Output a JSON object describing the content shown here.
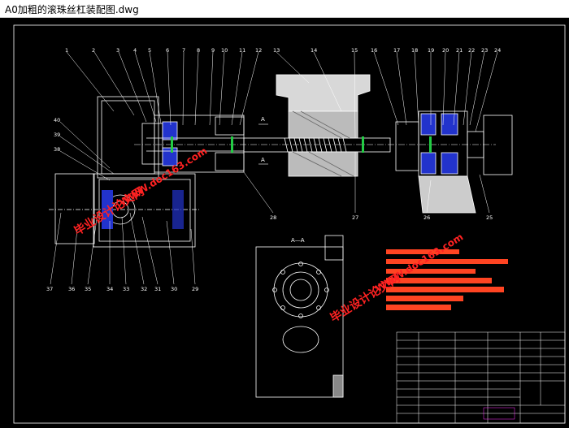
{
  "window": {
    "title": "A0加粗的滚珠丝杠装配图.dwg"
  },
  "drawing": {
    "section_label": "A—A",
    "section_marks": [
      "A",
      "A"
    ],
    "top_callouts": [
      "1",
      "2",
      "3",
      "4",
      "5",
      "6",
      "7",
      "8",
      "9",
      "10",
      "11",
      "12",
      "13",
      "14",
      "15",
      "16",
      "17",
      "18",
      "19",
      "20",
      "21",
      "22",
      "23",
      "24"
    ],
    "left_callouts": [
      "40",
      "39",
      "38"
    ],
    "bottom_callouts": [
      "37",
      "36",
      "35",
      "34",
      "33",
      "32",
      "31",
      "30",
      "29",
      "28",
      "27",
      "26",
      "25"
    ],
    "watermarks": [
      "毕业设计论文网",
      "WWW.doc163.com"
    ],
    "colors": {
      "lines": "#ffffff",
      "blue": "#2233cc",
      "green": "#22cc44",
      "red": "#ff2222",
      "orange": "#ff4422",
      "magenta": "#ff33ff"
    }
  }
}
